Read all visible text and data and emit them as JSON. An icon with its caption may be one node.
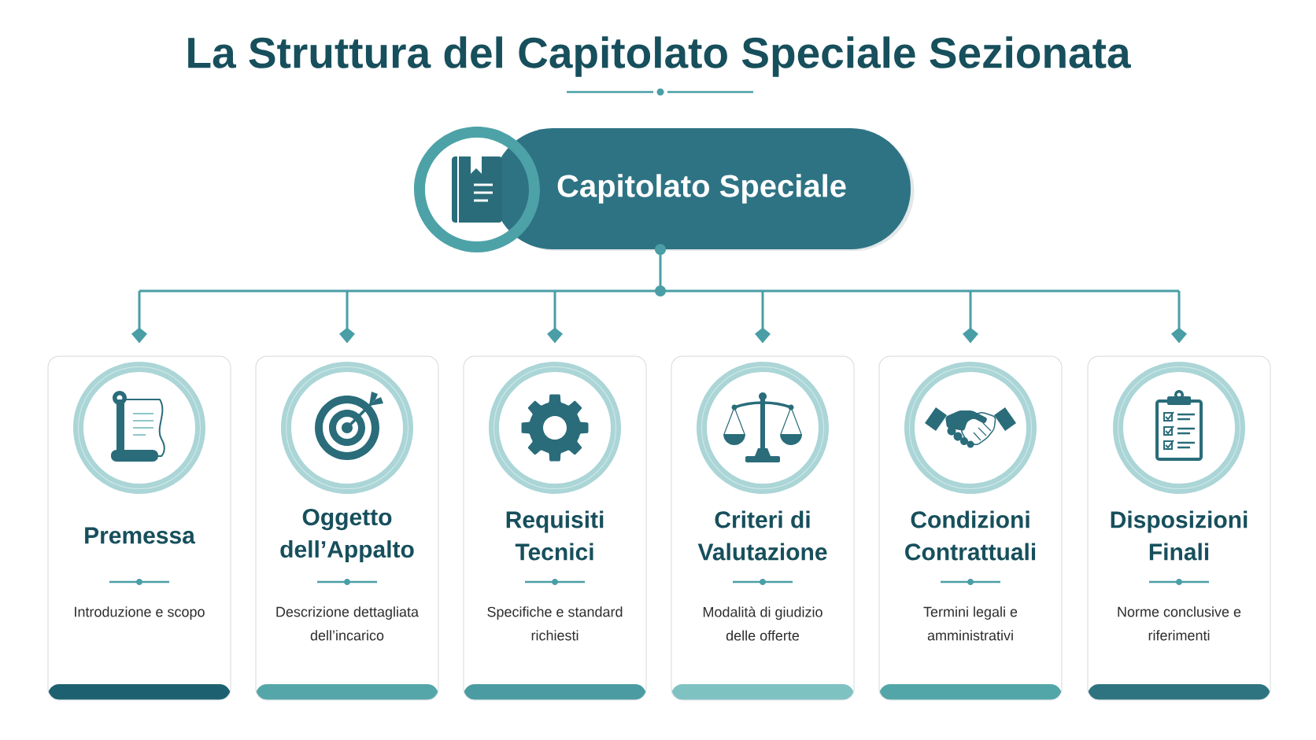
{
  "diagram": {
    "title": "La Struttura del Capitolato Speciale Sezionata",
    "nodes": [
      {
        "text": [
          "Capitolato Speciale"
        ]
      },
      {
        "text": [
          "Premessa",
          "Introduzione e scopo"
        ]
      },
      {
        "text": [
          "Oggetto dell’Appalto",
          "Descrizione dettagliata dell’incarico"
        ]
      },
      {
        "text": [
          "Requisiti Tecnici",
          "Specifiche e standard richiesti"
        ]
      },
      {
        "text": [
          "Criteri di Valutazione",
          "Modalità di giudizio delle offerte"
        ]
      },
      {
        "text": [
          "Condizioni Contrattuali",
          "Termini legali e amministrativi"
        ]
      },
      {
        "text": [
          "Disposizioni Finali",
          "Norme conclusive e riferimenti"
        ]
      }
    ],
    "edges": [
      {
        "from": 0,
        "to": 1,
        "arrow": "to"
      },
      {
        "from": 0,
        "to": 2,
        "arrow": "to"
      },
      {
        "from": 0,
        "to": 3,
        "arrow": "to"
      },
      {
        "from": 0,
        "to": 4,
        "arrow": "to"
      },
      {
        "from": 0,
        "to": 5,
        "arrow": "to"
      },
      {
        "from": 0,
        "to": 6,
        "arrow": "to"
      }
    ]
  }
}
